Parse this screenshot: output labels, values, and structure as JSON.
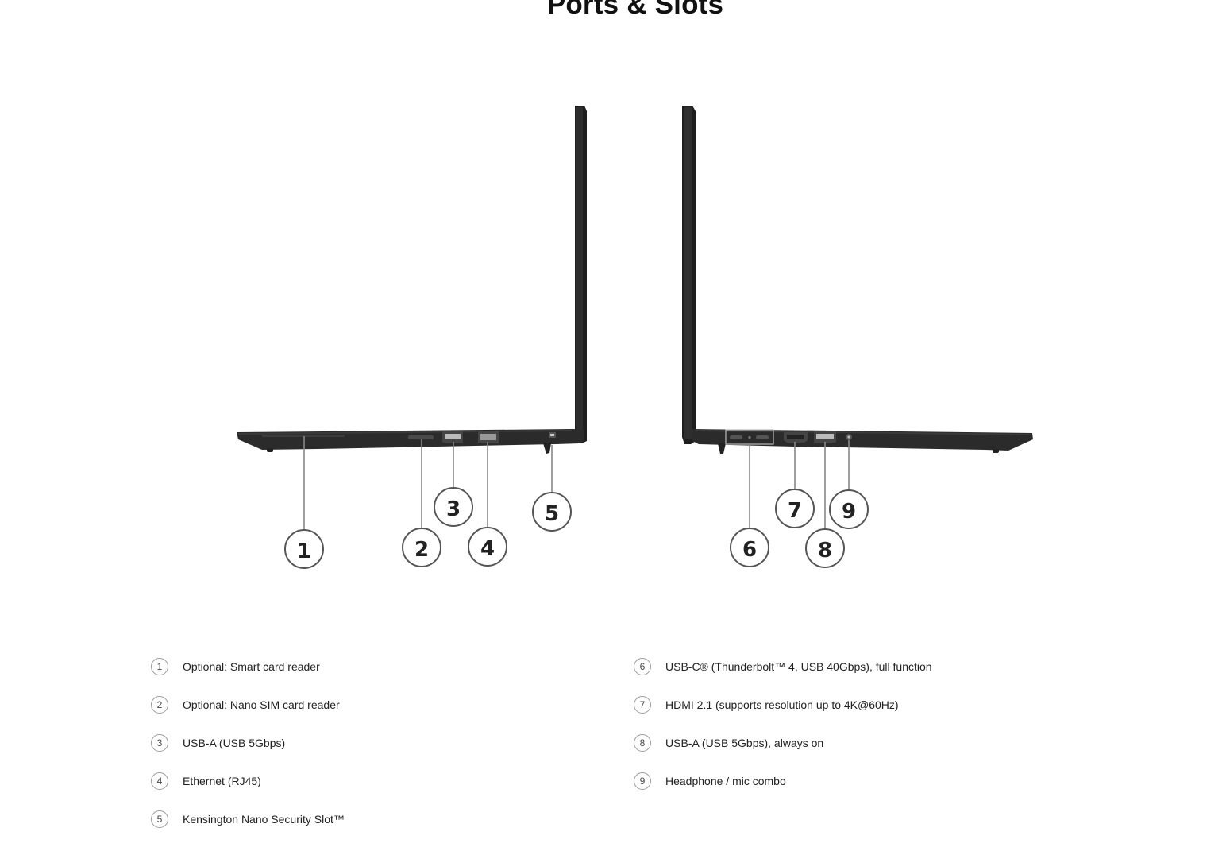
{
  "page": {
    "title": "Ports & Slots"
  },
  "callouts": [
    "1",
    "2",
    "3",
    "4",
    "5",
    "6",
    "7",
    "8",
    "9"
  ],
  "legend": {
    "left": [
      {
        "number": "1",
        "label": "Optional: Smart card reader"
      },
      {
        "number": "2",
        "label": "Optional: Nano SIM card reader"
      },
      {
        "number": "3",
        "label": "USB-A (USB 5Gbps)"
      },
      {
        "number": "4",
        "label": "Ethernet (RJ45)"
      },
      {
        "number": "5",
        "label": "Kensington Nano Security Slot™"
      }
    ],
    "right": [
      {
        "number": "6",
        "label": "USB-C® (Thunderbolt™ 4, USB 40Gbps), full function"
      },
      {
        "number": "7",
        "label": "HDMI 2.1 (supports resolution up to 4K@60Hz)"
      },
      {
        "number": "8",
        "label": "USB-A (USB 5Gbps), always on"
      },
      {
        "number": "9",
        "label": "Headphone / mic combo"
      }
    ]
  },
  "colors": {
    "laptop_body": "#2b2b2b",
    "callout_stroke": "#555555",
    "leader_line": "#888888"
  }
}
